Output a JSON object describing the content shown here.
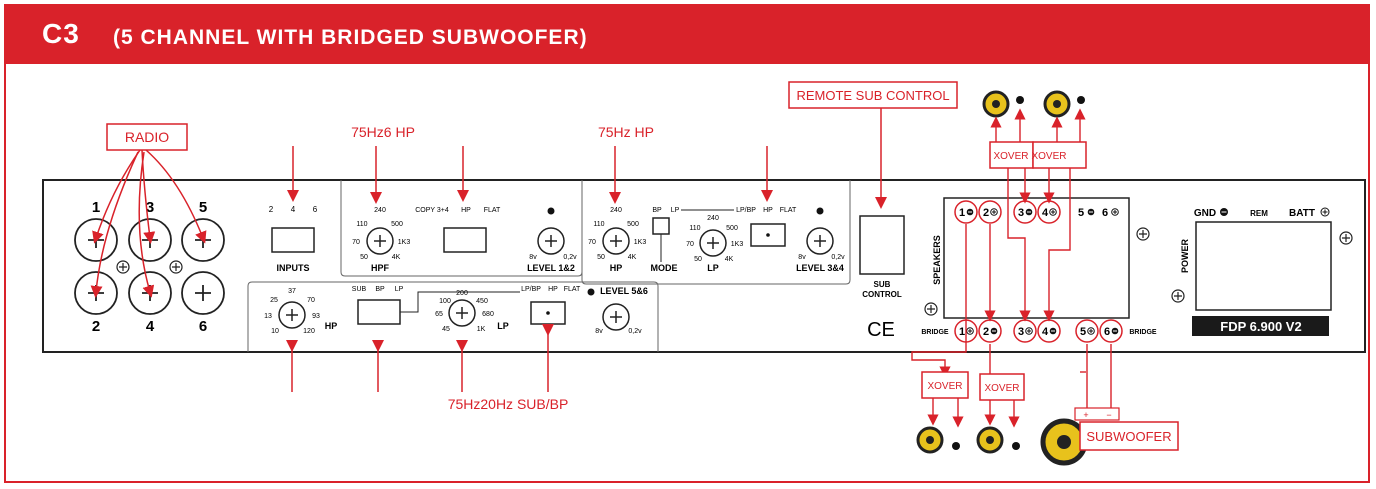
{
  "header": {
    "code": "C3",
    "title": "(5 CHANNEL WITH BRIDGED SUBWOOFER)"
  },
  "colors": {
    "accent": "#d9222a",
    "panel_line": "#222222",
    "speaker_yellow": "#e8c21c"
  },
  "callouts": {
    "radio": "RADIO",
    "remote": "REMOTE SUB CONTROL",
    "xover_top_1": "XOVER",
    "xover_top_2": "XOVER",
    "xover_bot_1": "XOVER",
    "xover_bot_2": "XOVER",
    "subwoofer": "SUBWOOFER"
  },
  "annotations": {
    "hpf_freq": "75Hz6 HP",
    "hp34_freq": "75Hz HP",
    "sub_freq": "75Hz20Hz SUB/BP"
  },
  "channels": [
    "1",
    "2",
    "3",
    "4",
    "5",
    "6"
  ],
  "panel": {
    "inputs": {
      "label": "INPUTS",
      "pos": [
        "2",
        "4",
        "6"
      ]
    },
    "hpf12": {
      "label": "HPF",
      "ticks": [
        "240",
        "110",
        "500",
        "70",
        "1K3",
        "50",
        "4K"
      ]
    },
    "copy": {
      "a": "COPY 3+4",
      "b": "HP",
      "c": "FLAT"
    },
    "level12": {
      "label": "LEVEL 1&2",
      "min": "8v",
      "max": "0,2v"
    },
    "hp34": {
      "label": "HP",
      "ticks": [
        "240",
        "110",
        "500",
        "70",
        "1K3",
        "50",
        "4K"
      ]
    },
    "mode": {
      "label": "MODE",
      "a": "BP",
      "b": "LP"
    },
    "lp34": {
      "label": "LP",
      "ticks": [
        "240",
        "110",
        "500",
        "70",
        "1K3",
        "50",
        "4K"
      ]
    },
    "sw34": {
      "a": "LP/BP",
      "b": "HP",
      "c": "FLAT"
    },
    "level34": {
      "label": "LEVEL 3&4",
      "min": "8v",
      "max": "0,2v"
    },
    "sub_hp": {
      "label": "HP",
      "ticks": [
        "37",
        "25",
        "70",
        "13",
        "93",
        "10",
        "120"
      ]
    },
    "sub_mode": {
      "a": "SUB",
      "b": "BP",
      "c": "LP"
    },
    "sub_lp": {
      "label": "LP",
      "ticks": [
        "200",
        "100",
        "450",
        "65",
        "680",
        "45",
        "1K"
      ]
    },
    "sw56": {
      "a": "LP/BP",
      "b": "HP",
      "c": "FLAT"
    },
    "level56": {
      "label": "LEVEL 5&6",
      "min": "8v",
      "max": "0,2v"
    },
    "sub_control": {
      "l1": "SUB",
      "l2": "CONTROL"
    },
    "ce": "CE",
    "speakers": "SPEAKERS",
    "bridge_l": "BRIDGE",
    "bridge_r": "BRIDGE",
    "power": "POWER",
    "gnd": "GND",
    "rem": "REM",
    "batt": "BATT",
    "model": "FDP 6.900 V2"
  }
}
